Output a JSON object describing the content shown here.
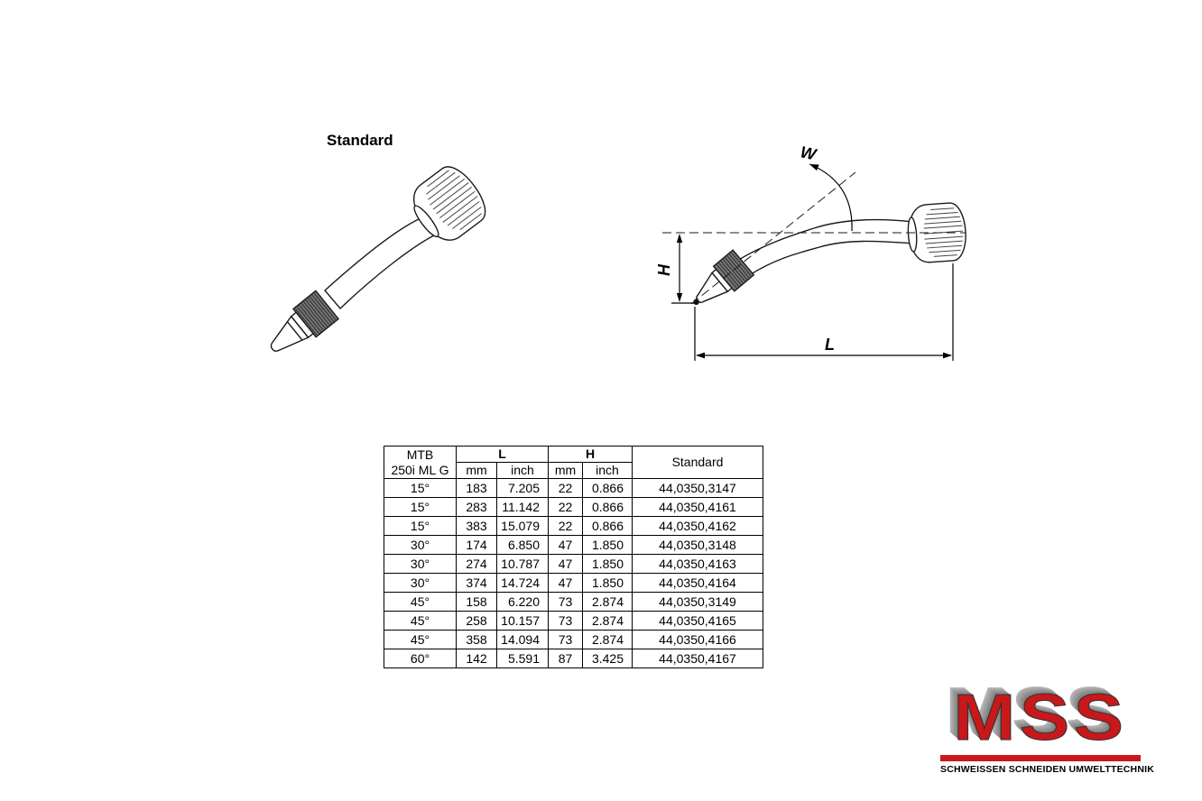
{
  "title": {
    "standard_label": "Standard"
  },
  "drawing": {
    "w_label": "W",
    "h_label": "H",
    "l_label": "L"
  },
  "table": {
    "header": {
      "model_line1": "MTB",
      "model_line2": "250i ML G",
      "l_group": "L",
      "h_group": "H",
      "l_mm": "mm",
      "l_inch": "inch",
      "h_mm": "mm",
      "h_inch": "inch",
      "standard": "Standard"
    },
    "rows": [
      {
        "angle": "15°",
        "l_mm": "183",
        "l_inch": "7.205",
        "h_mm": "22",
        "h_inch": "0.866",
        "standard": "44,0350,3147"
      },
      {
        "angle": "15°",
        "l_mm": "283",
        "l_inch": "11.142",
        "h_mm": "22",
        "h_inch": "0.866",
        "standard": "44,0350,4161"
      },
      {
        "angle": "15°",
        "l_mm": "383",
        "l_inch": "15.079",
        "h_mm": "22",
        "h_inch": "0.866",
        "standard": "44,0350,4162"
      },
      {
        "angle": "30°",
        "l_mm": "174",
        "l_inch": "6.850",
        "h_mm": "47",
        "h_inch": "1.850",
        "standard": "44,0350,3148"
      },
      {
        "angle": "30°",
        "l_mm": "274",
        "l_inch": "10.787",
        "h_mm": "47",
        "h_inch": "1.850",
        "standard": "44,0350,4163"
      },
      {
        "angle": "30°",
        "l_mm": "374",
        "l_inch": "14.724",
        "h_mm": "47",
        "h_inch": "1.850",
        "standard": "44,0350,4164"
      },
      {
        "angle": "45°",
        "l_mm": "158",
        "l_inch": "6.220",
        "h_mm": "73",
        "h_inch": "2.874",
        "standard": "44,0350,3149"
      },
      {
        "angle": "45°",
        "l_mm": "258",
        "l_inch": "10.157",
        "h_mm": "73",
        "h_inch": "2.874",
        "standard": "44,0350,4165"
      },
      {
        "angle": "45°",
        "l_mm": "358",
        "l_inch": "14.094",
        "h_mm": "73",
        "h_inch": "2.874",
        "standard": "44,0350,4166"
      },
      {
        "angle": "60°",
        "l_mm": "142",
        "l_inch": "5.591",
        "h_mm": "87",
        "h_inch": "3.425",
        "standard": "44,0350,4167"
      }
    ]
  },
  "logo": {
    "name": "MSS",
    "tagline": "SCHWEISSEN SCHNEIDEN UMWELTTECHNIK",
    "red": "#c8181a",
    "gray": "#9a9a9a"
  }
}
